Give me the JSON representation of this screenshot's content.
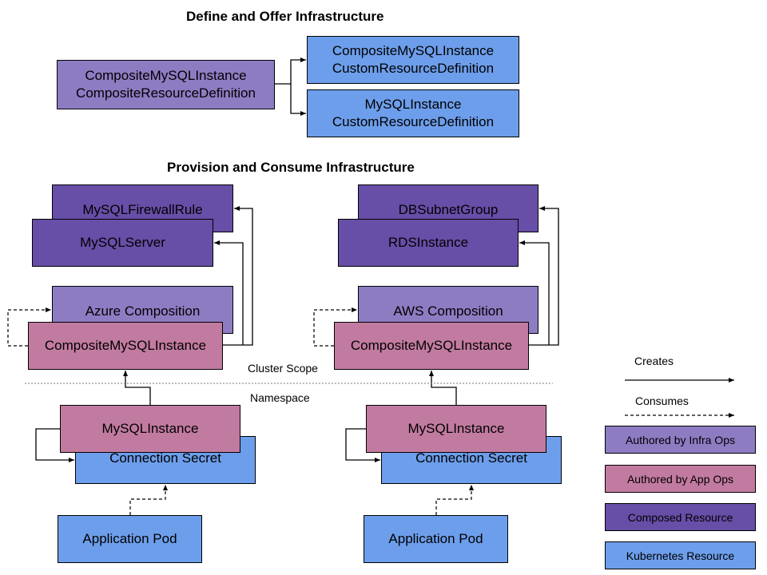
{
  "headings": {
    "define": "Define and Offer Infrastructure",
    "provision": "Provision and Consume Infrastructure"
  },
  "define_section": {
    "xrd": "CompositeMySQLInstance\nCompositeResourceDefinition",
    "crd_composite": "CompositeMySQLInstance\nCustomResourceDefinition",
    "crd_claim": "MySQLInstance\nCustomResourceDefinition"
  },
  "azure": {
    "firewall_rule": "MySQLFirewallRule",
    "server": "MySQLServer",
    "composition": "Azure Composition",
    "composite": "CompositeMySQLInstance",
    "claim": "MySQLInstance",
    "secret": "Connection Secret",
    "pod": "Application Pod"
  },
  "aws": {
    "subnet_group": "DBSubnetGroup",
    "rds": "RDSInstance",
    "composition": "AWS Composition",
    "composite": "CompositeMySQLInstance",
    "claim": "MySQLInstance",
    "secret": "Connection Secret",
    "pod": "Application Pod"
  },
  "scope_labels": {
    "cluster": "Cluster Scope",
    "namespace": "Namespace"
  },
  "legend": {
    "creates": "Creates",
    "consumes": "Consumes",
    "infra_ops": "Authored by Infra Ops",
    "app_ops": "Authored by App Ops",
    "composed": "Composed Resource",
    "kubernetes": "Kubernetes Resource"
  },
  "colors": {
    "infra_ops": "#8e7cc3",
    "app_ops": "#c27ba0",
    "composed": "#674ea7",
    "kubernetes": "#6d9eeb"
  }
}
